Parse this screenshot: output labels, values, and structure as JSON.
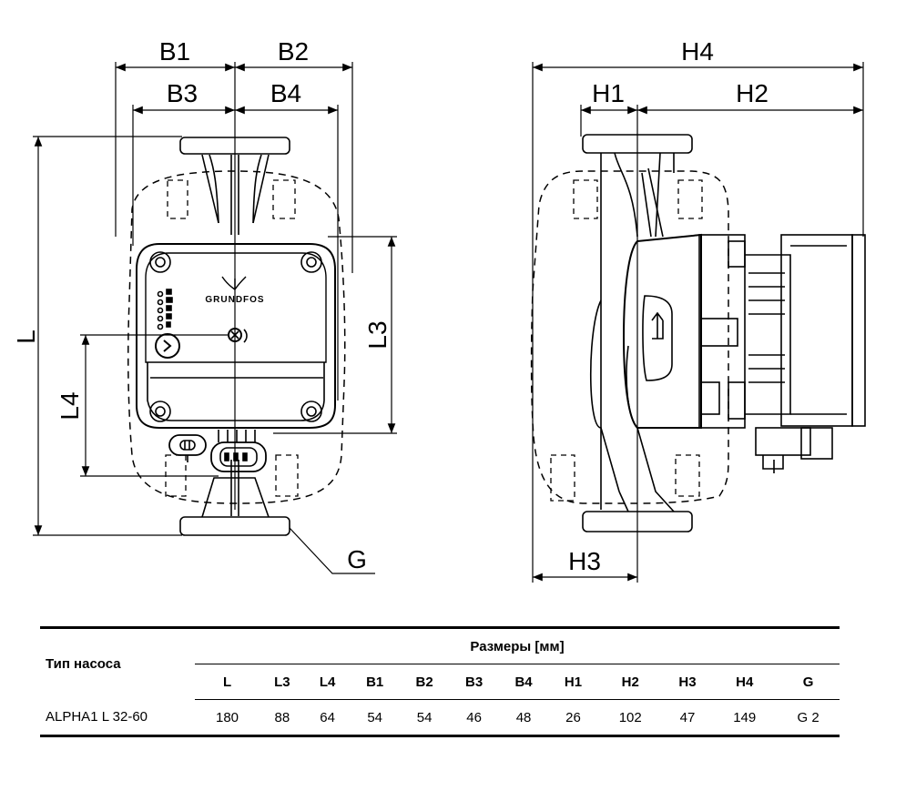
{
  "dimension_labels": {
    "B1": "B1",
    "B2": "B2",
    "B3": "B3",
    "B4": "B4",
    "L": "L",
    "L3": "L3",
    "L4": "L4",
    "G": "G",
    "H1": "H1",
    "H2": "H2",
    "H3": "H3",
    "H4": "H4"
  },
  "brand": "GRUNDFOS",
  "table": {
    "type_header": "Тип насоса",
    "group_header": "Размеры [мм]",
    "columns": [
      "L",
      "L3",
      "L4",
      "B1",
      "B2",
      "B3",
      "B4",
      "H1",
      "H2",
      "H3",
      "H4",
      "G"
    ],
    "rows": [
      {
        "name": "ALPHA1 L 32-60",
        "values": [
          "180",
          "88",
          "64",
          "54",
          "54",
          "46",
          "48",
          "26",
          "102",
          "47",
          "149",
          "G 2"
        ]
      }
    ]
  }
}
